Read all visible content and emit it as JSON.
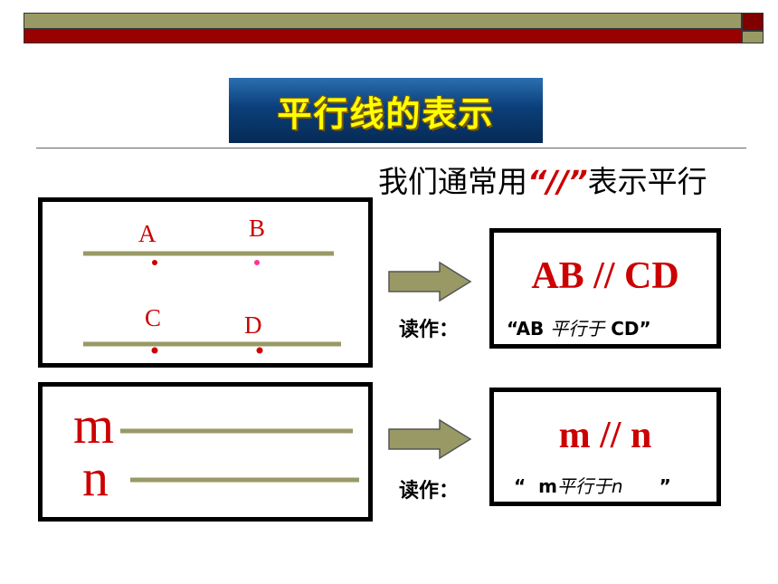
{
  "title": "平行线的表示",
  "note": {
    "before": "我们通常用",
    "symbol": "“//”",
    "after": "表示平行"
  },
  "figure1": {
    "points": [
      "A",
      "B",
      "C",
      "D"
    ]
  },
  "figure2": {
    "lines": [
      "m",
      "n"
    ]
  },
  "result1": {
    "expression": "AB // CD",
    "read_label": "读作：",
    "reading_open": "“AB ",
    "reading_mid": "平行于",
    "reading_close": " CD”"
  },
  "result2": {
    "expression": "m // n",
    "read_label": "读作：",
    "reading_open": "“  m",
    "reading_mid": "平行于",
    "reading_var": "n",
    "reading_close": "”"
  },
  "colors": {
    "accent_red": "#cc0000",
    "line_olive": "#999966",
    "title_yellow": "#ffff00",
    "title_blue": "#0b3f7a"
  }
}
